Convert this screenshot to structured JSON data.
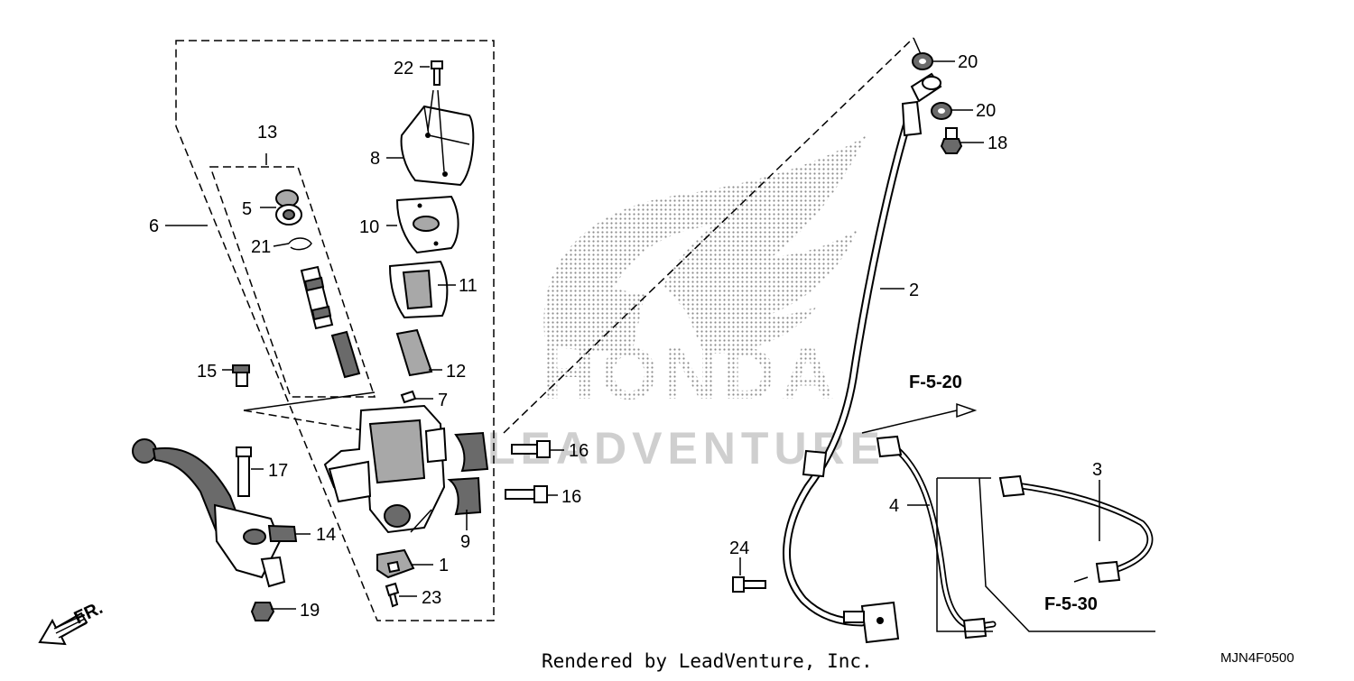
{
  "diagram": {
    "code": "MJN4F0500",
    "footer": "Rendered by LeadVenture, Inc.",
    "direction_label": "FR.",
    "watermark": {
      "brand": "HONDA",
      "dealer": "LEADVENTURE"
    },
    "references": [
      "F-5-20",
      "F-5-30"
    ],
    "callouts": {
      "c1": "1",
      "c2": "2",
      "c3": "3",
      "c4": "4",
      "c5": "5",
      "c6": "6",
      "c7": "7",
      "c8": "8",
      "c9": "9",
      "c10": "10",
      "c11": "11",
      "c12": "12",
      "c13": "13",
      "c14": "14",
      "c15": "15",
      "c16a": "16",
      "c16b": "16",
      "c17": "17",
      "c18": "18",
      "c19": "19",
      "c20a": "20",
      "c20b": "20",
      "c21": "21",
      "c22": "22",
      "c23": "23",
      "c24": "24"
    }
  }
}
